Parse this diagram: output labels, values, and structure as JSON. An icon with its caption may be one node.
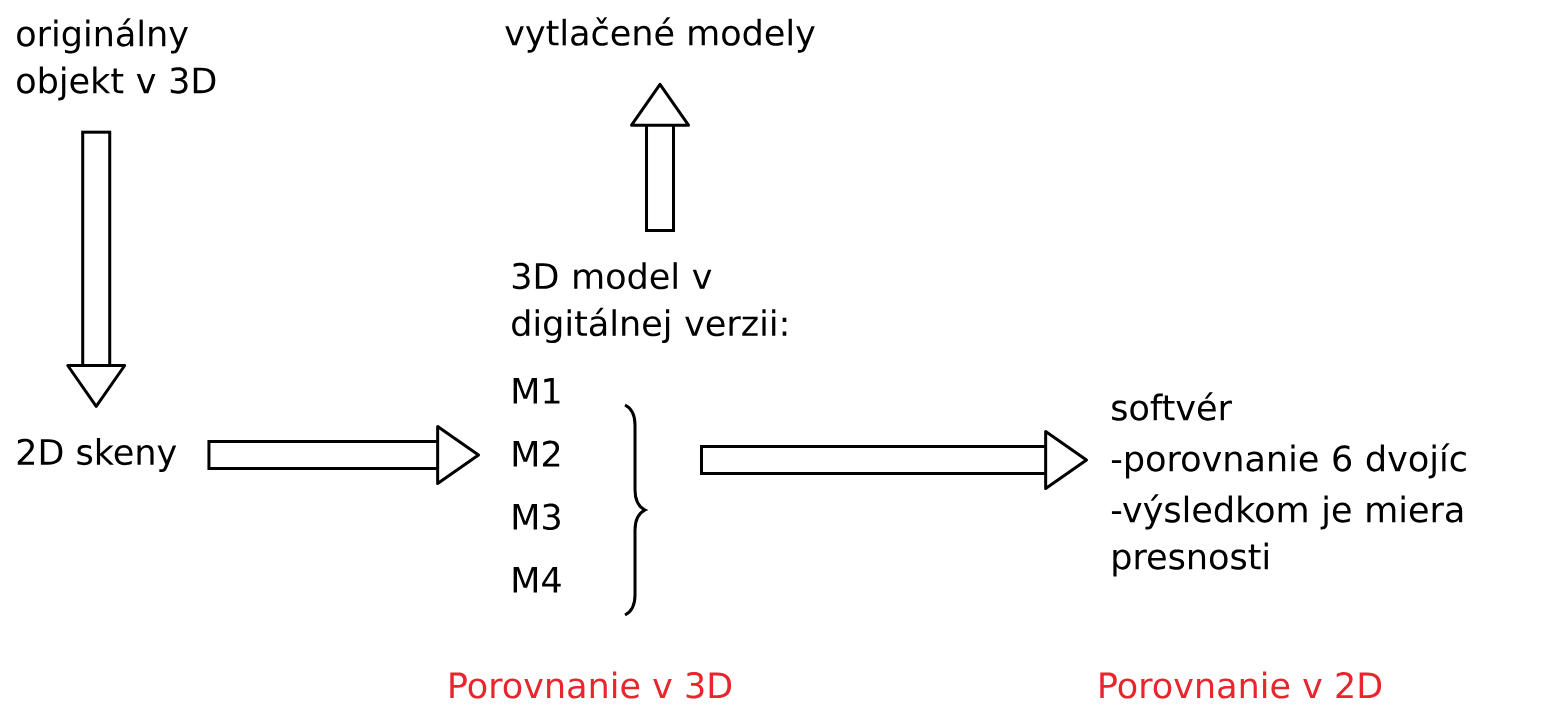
{
  "diagram": {
    "nodes": [
      {
        "text": [
          "originálny objekt v 3D"
        ]
      },
      {
        "text": [
          "2D skeny"
        ]
      },
      {
        "text": [
          "3D model v digitálnej verzii:",
          "M1",
          "M2",
          "M3",
          "M4"
        ]
      },
      {
        "text": [
          "vytlačené modely"
        ]
      },
      {
        "text": [
          "softvér",
          "-porovnanie 6 dvojíc",
          "-výsledkom je miera presnosti"
        ]
      }
    ],
    "edges": [
      {
        "from": 0,
        "to": 1,
        "arrow": "to"
      },
      {
        "from": 1,
        "to": 2,
        "arrow": "to"
      },
      {
        "from": 2,
        "to": 3,
        "arrow": "to"
      },
      {
        "from": 2,
        "to": 4,
        "arrow": "to"
      }
    ],
    "labels": [
      "Porovnanie v 3D",
      "Porovnanie v 2D"
    ]
  }
}
